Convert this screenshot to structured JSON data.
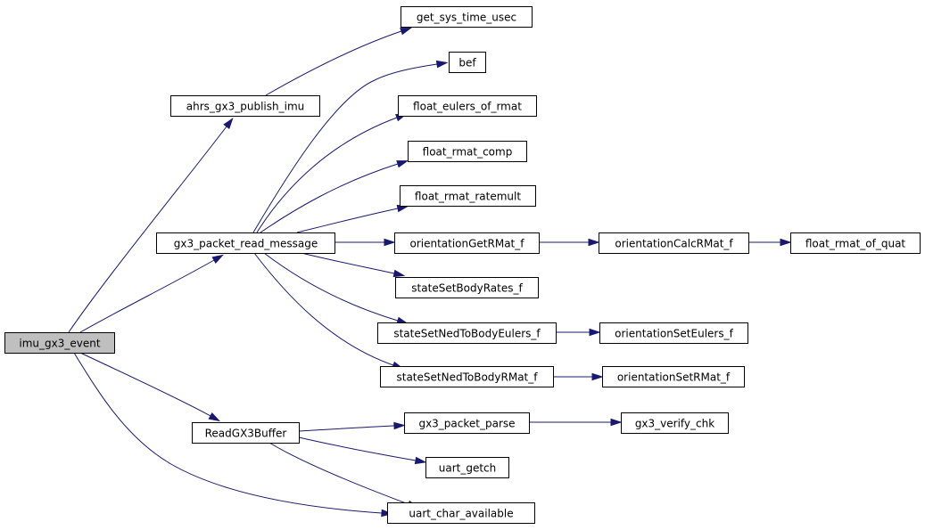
{
  "graph": {
    "root": "imu_gx3_event",
    "colors": {
      "edge": "#191970",
      "node_border": "#000000",
      "node_fill": "#ffffff",
      "root_fill": "#bfbfbf"
    },
    "nodes": [
      {
        "id": "imu_gx3_event",
        "label": "imu_gx3_event",
        "root": true
      },
      {
        "id": "ahrs_gx3_publish_imu",
        "label": "ahrs_gx3_publish_imu"
      },
      {
        "id": "gx3_packet_read_message",
        "label": "gx3_packet_read_message"
      },
      {
        "id": "ReadGX3Buffer",
        "label": "ReadGX3Buffer"
      },
      {
        "id": "get_sys_time_usec",
        "label": "get_sys_time_usec"
      },
      {
        "id": "bef",
        "label": "bef"
      },
      {
        "id": "float_eulers_of_rmat",
        "label": "float_eulers_of_rmat"
      },
      {
        "id": "float_rmat_comp",
        "label": "float_rmat_comp"
      },
      {
        "id": "float_rmat_ratemult",
        "label": "float_rmat_ratemult"
      },
      {
        "id": "orientationGetRMat_f",
        "label": "orientationGetRMat_f"
      },
      {
        "id": "stateSetBodyRates_f",
        "label": "stateSetBodyRates_f"
      },
      {
        "id": "stateSetNedToBodyEulers_f",
        "label": "stateSetNedToBodyEulers_f"
      },
      {
        "id": "stateSetNedToBodyRMat_f",
        "label": "stateSetNedToBodyRMat_f"
      },
      {
        "id": "gx3_packet_parse",
        "label": "gx3_packet_parse"
      },
      {
        "id": "uart_getch",
        "label": "uart_getch"
      },
      {
        "id": "uart_char_available",
        "label": "uart_char_available"
      },
      {
        "id": "orientationCalcRMat_f",
        "label": "orientationCalcRMat_f"
      },
      {
        "id": "float_rmat_of_quat",
        "label": "float_rmat_of_quat"
      },
      {
        "id": "orientationSetEulers_f",
        "label": "orientationSetEulers_f"
      },
      {
        "id": "orientationSetRMat_f",
        "label": "orientationSetRMat_f"
      },
      {
        "id": "gx3_verify_chk",
        "label": "gx3_verify_chk"
      }
    ],
    "edges": [
      {
        "from": "imu_gx3_event",
        "to": "ahrs_gx3_publish_imu"
      },
      {
        "from": "imu_gx3_event",
        "to": "gx3_packet_read_message"
      },
      {
        "from": "imu_gx3_event",
        "to": "ReadGX3Buffer"
      },
      {
        "from": "imu_gx3_event",
        "to": "uart_char_available"
      },
      {
        "from": "ahrs_gx3_publish_imu",
        "to": "get_sys_time_usec"
      },
      {
        "from": "gx3_packet_read_message",
        "to": "bef"
      },
      {
        "from": "gx3_packet_read_message",
        "to": "float_eulers_of_rmat"
      },
      {
        "from": "gx3_packet_read_message",
        "to": "float_rmat_comp"
      },
      {
        "from": "gx3_packet_read_message",
        "to": "float_rmat_ratemult"
      },
      {
        "from": "gx3_packet_read_message",
        "to": "orientationGetRMat_f"
      },
      {
        "from": "gx3_packet_read_message",
        "to": "stateSetBodyRates_f"
      },
      {
        "from": "gx3_packet_read_message",
        "to": "stateSetNedToBodyEulers_f"
      },
      {
        "from": "gx3_packet_read_message",
        "to": "stateSetNedToBodyRMat_f"
      },
      {
        "from": "orientationGetRMat_f",
        "to": "orientationCalcRMat_f"
      },
      {
        "from": "orientationCalcRMat_f",
        "to": "float_rmat_of_quat"
      },
      {
        "from": "stateSetNedToBodyEulers_f",
        "to": "orientationSetEulers_f"
      },
      {
        "from": "stateSetNedToBodyRMat_f",
        "to": "orientationSetRMat_f"
      },
      {
        "from": "ReadGX3Buffer",
        "to": "gx3_packet_parse"
      },
      {
        "from": "ReadGX3Buffer",
        "to": "uart_getch"
      },
      {
        "from": "ReadGX3Buffer",
        "to": "uart_char_available"
      },
      {
        "from": "gx3_packet_parse",
        "to": "gx3_verify_chk"
      }
    ]
  }
}
